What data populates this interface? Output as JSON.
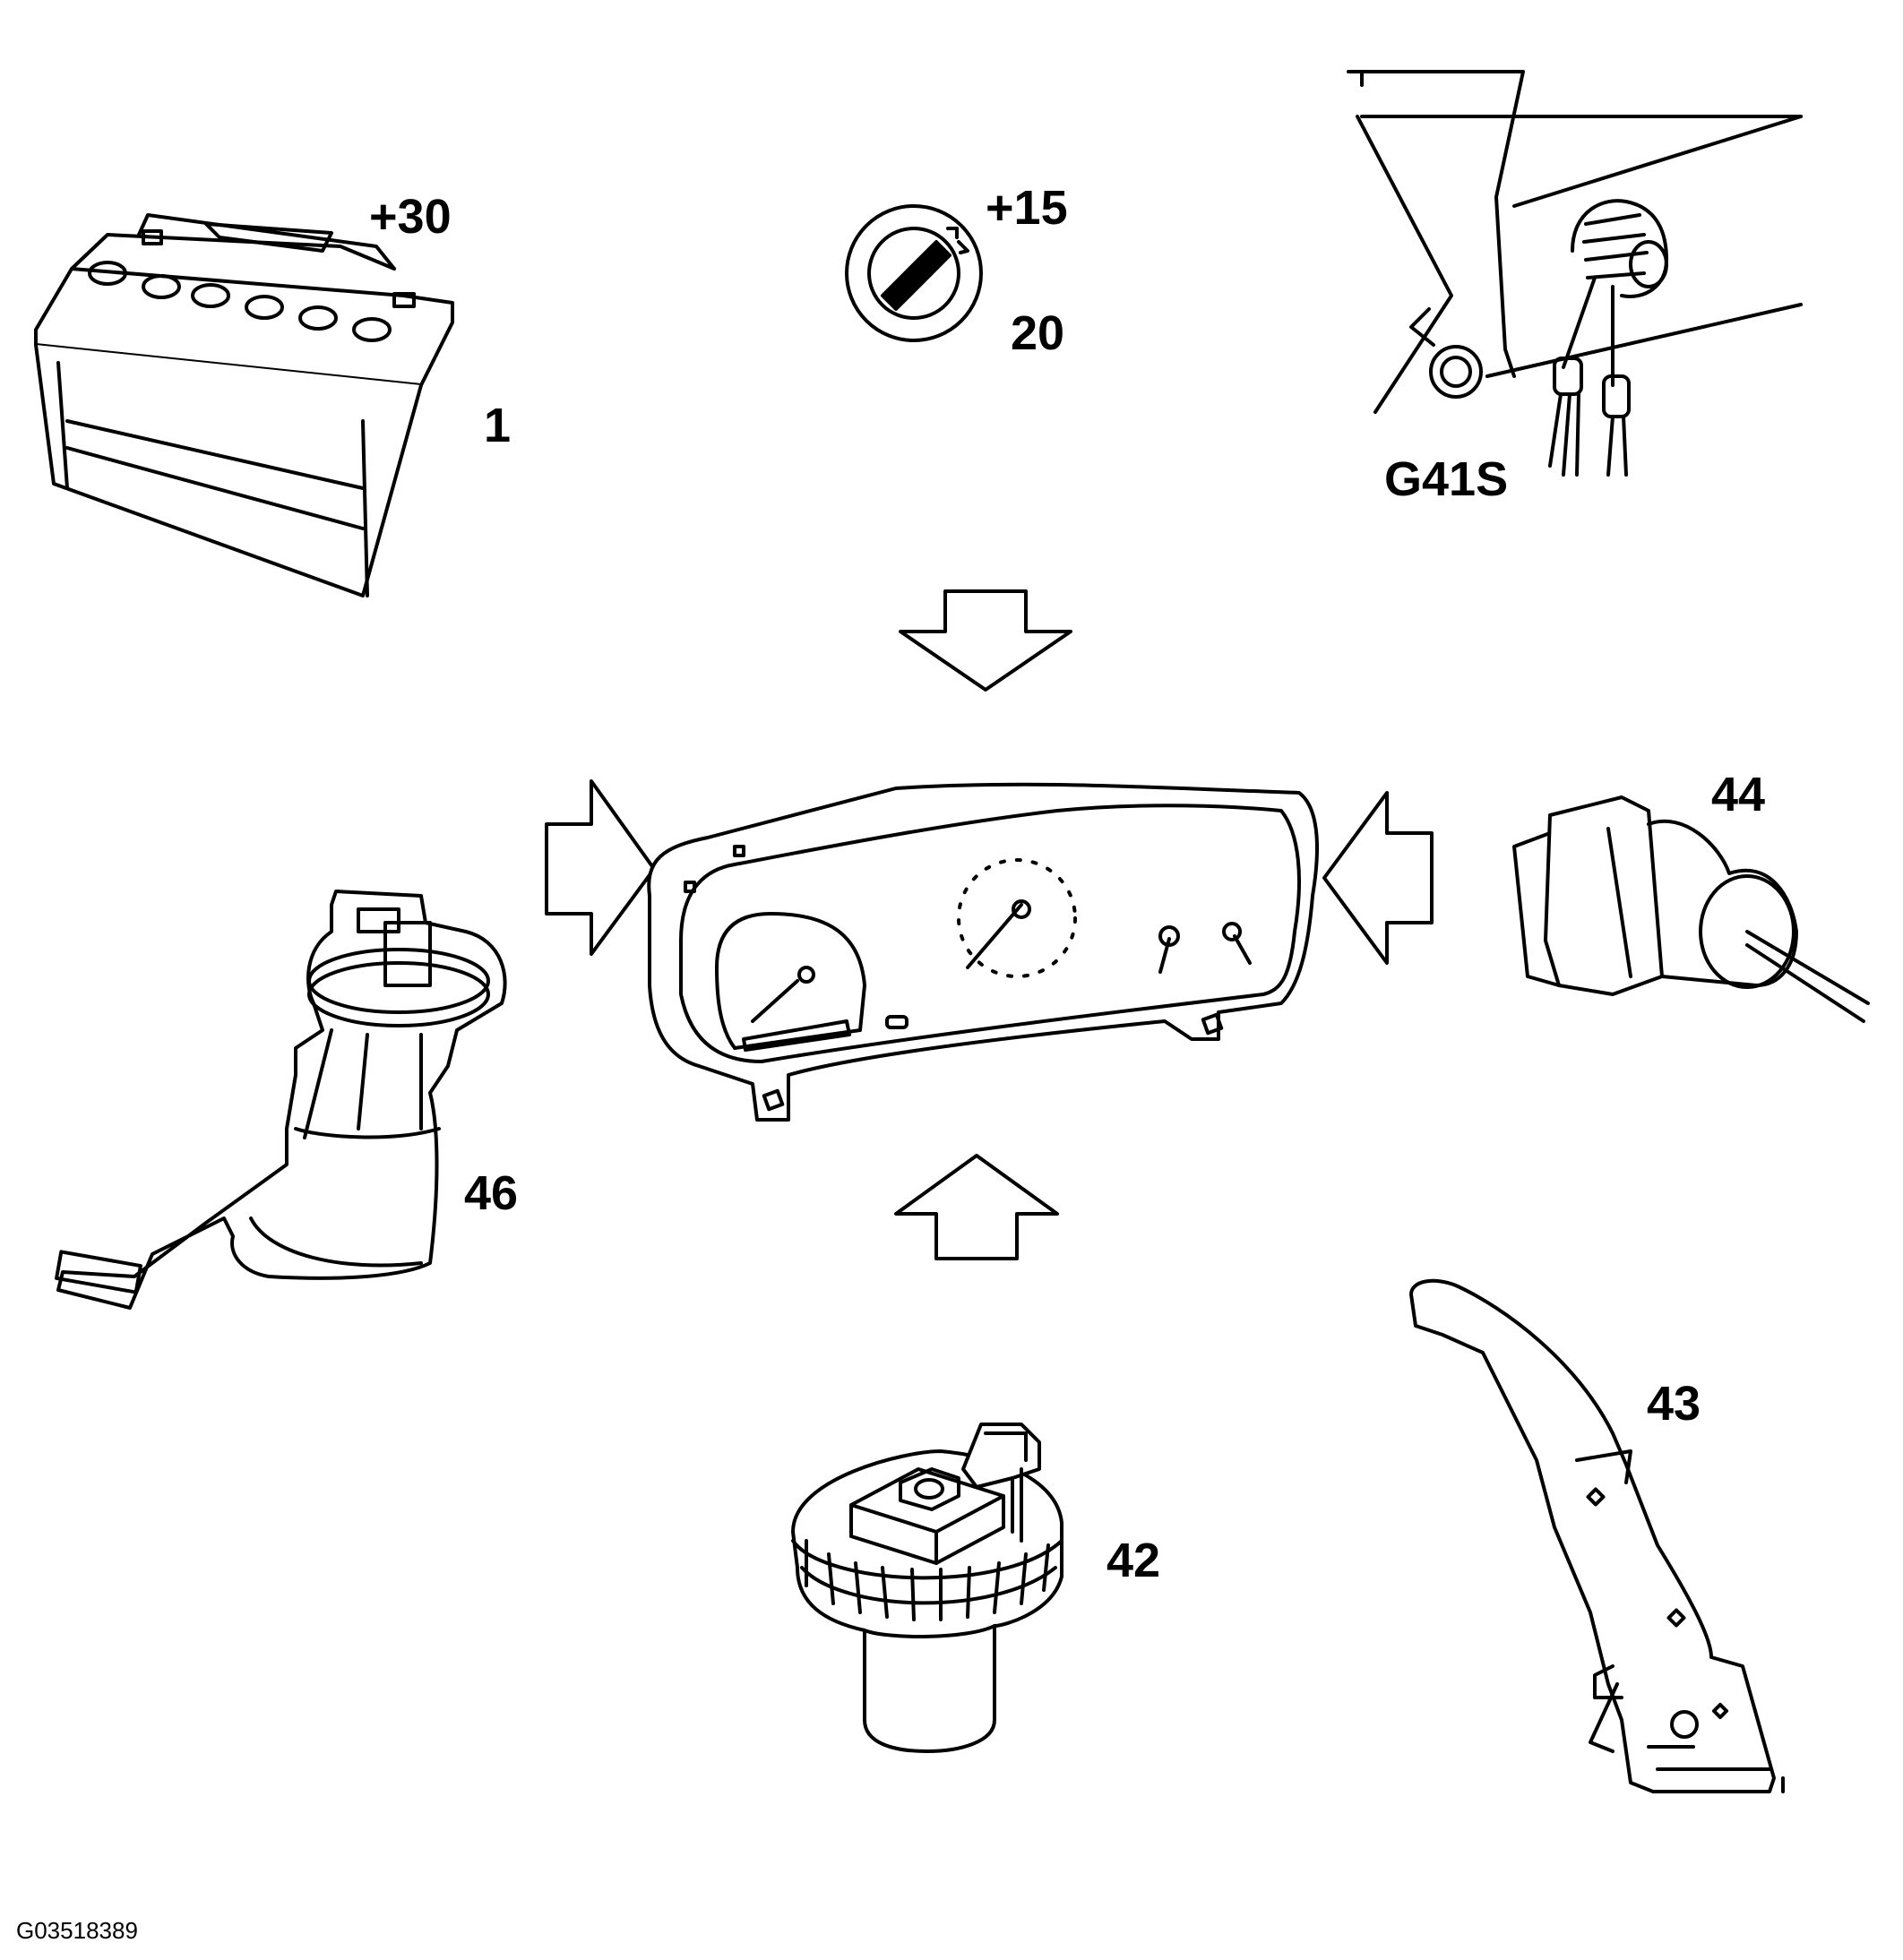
{
  "labels": {
    "battery_terminal": "+30",
    "battery": "1",
    "ignition_terminal": "+15",
    "ignition_switch": "20",
    "ground_point": "G41S",
    "sensor_44": "44",
    "fuel_pump": "46",
    "handbrake": "43",
    "sensor_42": "42"
  },
  "figure_id": "G03518389",
  "colors": {
    "line": "#000000",
    "background": "#ffffff"
  }
}
